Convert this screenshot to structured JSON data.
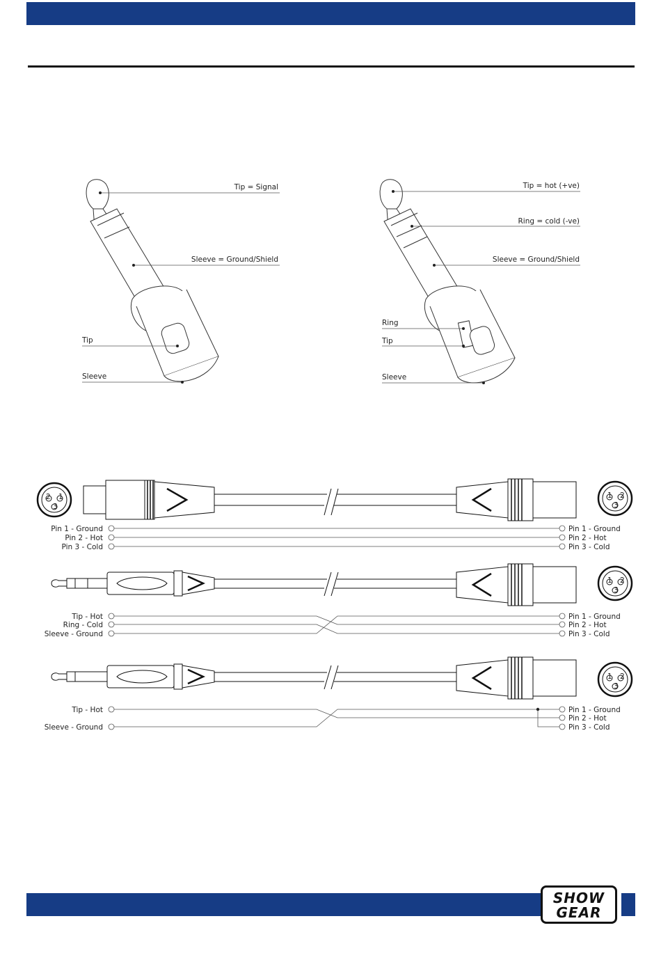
{
  "logo": {
    "line1": "SHOW",
    "line2": "GEAR"
  },
  "jack_mono": {
    "tip_label": "Tip = Signal",
    "sleeve_label": "Sleeve = Ground/Shield",
    "inner_tip": "Tip",
    "inner_sleeve": "Sleeve"
  },
  "jack_stereo": {
    "tip_label": "Tip = hot (+ve)",
    "ring_label": "Ring = cold (-ve)",
    "sleeve_label": "Sleeve = Ground/Shield",
    "inner_ring": "Ring",
    "inner_tip": "Tip",
    "inner_sleeve": "Sleeve"
  },
  "cable_xlr_xlr": {
    "left": [
      "Pin 1 - Ground",
      "Pin 2 - Hot",
      "Pin 3 - Cold"
    ],
    "right": [
      "Pin 1 - Ground",
      "Pin 2 - Hot",
      "Pin 3 - Cold"
    ]
  },
  "cable_trs_xlr": {
    "left": [
      "Tip - Hot",
      "Ring - Cold",
      "Sleeve - Ground"
    ],
    "right": [
      "Pin 1 - Ground",
      "Pin 2 - Hot",
      "Pin 3 - Cold"
    ]
  },
  "cable_ts_xlr": {
    "left": [
      "Tip - Hot",
      "Sleeve - Ground"
    ],
    "right": [
      "Pin 1 - Ground",
      "Pin 2 - Hot",
      "Pin 3 - Cold"
    ]
  },
  "xlr_pins": {
    "p1": "1",
    "p2": "2",
    "p3": "3"
  }
}
